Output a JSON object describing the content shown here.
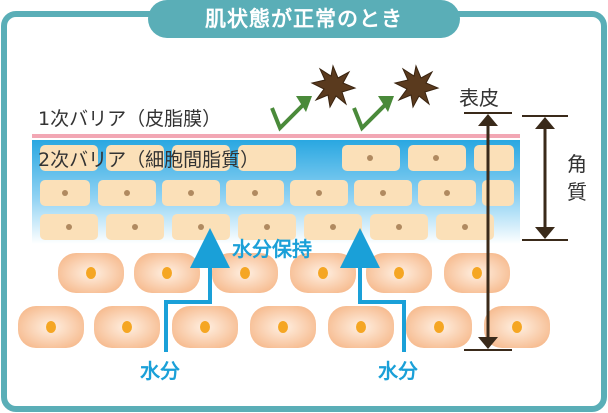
{
  "title": "肌状態が正常のとき",
  "labels": {
    "barrier1": "1次バリア（皮脂膜）",
    "barrier2": "2次バリア（細胞間脂質）",
    "epidermis": "表皮",
    "stratum_corneum": "角質",
    "water_retention": "水分保持",
    "water_left": "水分",
    "water_right": "水分"
  },
  "icons": {
    "irritant": "spiky-irritant-icon",
    "deflect": "deflect-arrow-icon"
  },
  "colors": {
    "frame": "#5aaeb7",
    "water": "#1aa0d8",
    "barrier_film": "#f2a7b4",
    "cell_fill": "#fbe0b8",
    "deep_cell": "#f8c39a",
    "nucleus": "#f5a623",
    "arrow_green": "#4a8a3a",
    "dim_line": "#3a2a1a"
  }
}
